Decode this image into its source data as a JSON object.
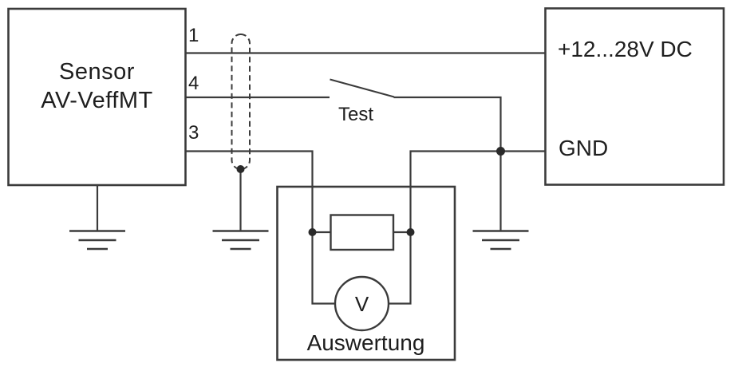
{
  "diagram": {
    "sensor": {
      "title_line1": "Sensor",
      "title_line2": "AV-VeffMT"
    },
    "pins": {
      "pin1": "1",
      "pin4": "4",
      "pin3": "3"
    },
    "switch": {
      "label": "Test"
    },
    "power_supply": {
      "voltage_label": "+12...28V DC",
      "ground_label": "GND"
    },
    "evaluation": {
      "label": "Auswertung",
      "voltmeter_label": "V"
    }
  },
  "icons": {
    "ground": "earth-ground-symbol",
    "shield": "cable-shield-loop",
    "switch": "normally-open-switch",
    "resistor": "load-resistor",
    "voltmeter": "voltmeter-circle"
  },
  "colors": {
    "wire": "#3b3b3b",
    "text": "#1e1e1e",
    "background": "#ffffff"
  }
}
